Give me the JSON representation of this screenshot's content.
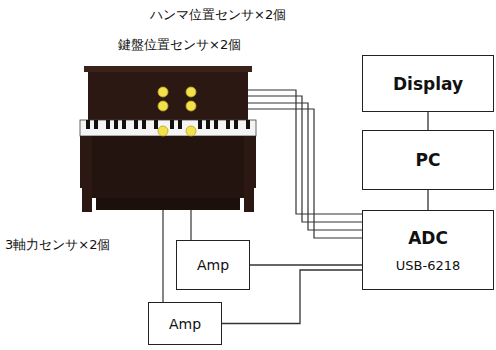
{
  "diagram": {
    "nodes": [
      {
        "text": [
          "Display"
        ]
      },
      {
        "text": [
          "PC"
        ]
      },
      {
        "text": [
          "ADC",
          "USB-6218"
        ]
      },
      {
        "text": [
          "Amp"
        ]
      },
      {
        "text": [
          "Amp"
        ]
      }
    ],
    "edges": [
      {
        "from": 0,
        "to": 1,
        "arrow": "none"
      },
      {
        "from": 1,
        "to": 2,
        "arrow": "none"
      },
      {
        "from": 3,
        "to": 2,
        "arrow": "none"
      },
      {
        "from": 4,
        "to": 2,
        "arrow": "none"
      }
    ],
    "labels": [
      "ハンマ位置センサ×2個",
      "鍵盤位置センサ×2個",
      "3軸力センサ×2個"
    ]
  }
}
